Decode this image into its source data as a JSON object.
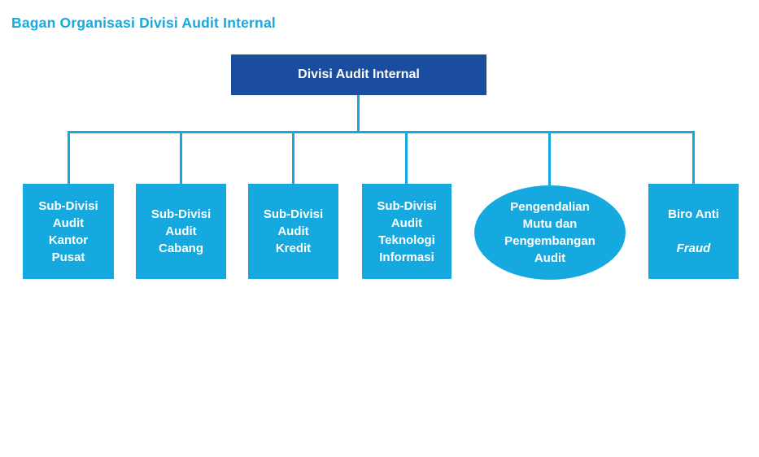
{
  "title": "Bagan Organisasi Divisi Audit Internal",
  "colors": {
    "accent_cyan": "#16a9e0",
    "root_dark_blue": "#1a4d9e",
    "node_text": "#ffffff",
    "background": "#ffffff"
  },
  "chart_data": {
    "type": "org-chart",
    "root": {
      "label": "Divisi Audit Internal",
      "shape": "rect"
    },
    "children": [
      {
        "label": "Sub-Divisi\nAudit\nKantor\nPusat",
        "shape": "rect"
      },
      {
        "label": "Sub-Divisi\nAudit\nCabang",
        "shape": "rect"
      },
      {
        "label": "Sub-Divisi\nAudit\nKredit",
        "shape": "rect"
      },
      {
        "label": "Sub-Divisi\nAudit\nTeknologi\nInformasi",
        "shape": "rect"
      },
      {
        "label": "Pengendalian\nMutu dan\nPengembangan\nAudit",
        "shape": "ellipse"
      },
      {
        "label": "Biro Anti",
        "label_italic": "Fraud",
        "shape": "rect"
      }
    ]
  }
}
